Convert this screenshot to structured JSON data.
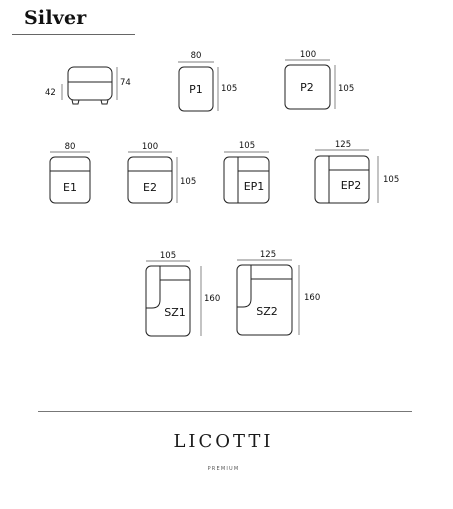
{
  "title": "Silver",
  "brand": {
    "name": "LICOTTI",
    "tagline": "PREMIUM"
  },
  "modules": {
    "pouf": {
      "width": "",
      "depth": "42",
      "height": "74"
    },
    "p1": {
      "code": "P1",
      "width": "80",
      "depth": "105"
    },
    "p2": {
      "code": "P2",
      "width": "100",
      "depth": "105"
    },
    "e1": {
      "code": "E1",
      "width": "80",
      "depth": ""
    },
    "e2": {
      "code": "E2",
      "width": "100",
      "depth": "105"
    },
    "ep1": {
      "code": "EP1",
      "width": "105",
      "depth": ""
    },
    "ep2": {
      "code": "EP2",
      "width": "125",
      "depth": "105"
    },
    "sz1": {
      "code": "SZ1",
      "width": "105",
      "depth": "160"
    },
    "sz2": {
      "code": "SZ2",
      "width": "125",
      "depth": "160"
    }
  }
}
